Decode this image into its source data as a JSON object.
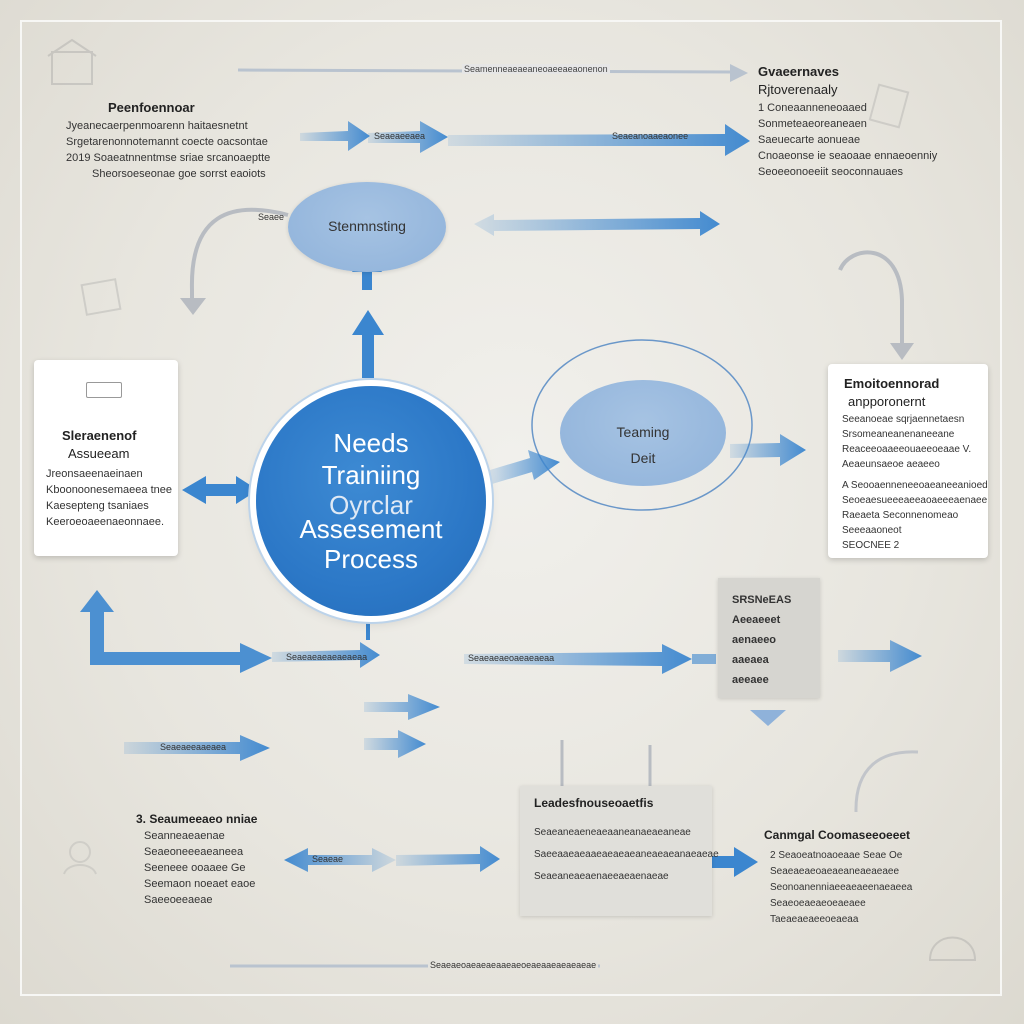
{
  "diagram": {
    "center": {
      "lines": [
        "Needs",
        "Trainiing",
        "Oyrclar",
        "Assesement",
        "Process"
      ]
    },
    "top_oval": {
      "label": "Stenmnsting"
    },
    "right_oval": {
      "lines": [
        "Teaming",
        "Deit"
      ]
    },
    "top_left_block": {
      "heading": "Peenfoennoar",
      "lines": [
        "Jyeanecaerpenmoarenn haitaesnetnt",
        "Srgetarenonnotemannt coecte oacsontae",
        "2019 Soaeatnnentmse sriae srcanoaeptte",
        "Sheorsoeseonae goe sorrst eaoiots"
      ]
    },
    "top_right_block": {
      "heading": "Gvaeernaves",
      "sub": "Rjtoverenaaly",
      "lines": [
        "1 Coneaanneneoaaed",
        "Sonmeteaeoreaneaen",
        "Saeuecarte aonueae",
        "Cnoaeonse ie seaoaae ennaeoenniy",
        "Seoeeonoeeiit seoconnauaes"
      ]
    },
    "left_card": {
      "badge": "",
      "heading": "Sleraenenof",
      "sub": "Assueeam",
      "lines": [
        "Jreonsaeenaeinaen",
        "Kboonoonesemaeea tnee",
        "Kaesepteng tsaniaes",
        "Keeroeoaeenaeonnaee."
      ]
    },
    "right_card": {
      "heading": "Emoitoennorad",
      "sub": "anpporonernt",
      "lines": [
        "Seeanoeae sqrjaennetaesn",
        "Srsomeaneanenaneeane",
        "Reaceeoaaeeouaeeoeaae V.",
        "Aeaeunsaeoe aeaeeo",
        "A Seooaenneneeoaeaneeanioed",
        "Seoeaesueeeaeeaoaeeeaenaee",
        "Raeaeta Seconnenomeao",
        "Seeeaaoneot",
        "SEOCNEE 2"
      ]
    },
    "mid_right_card": {
      "lines": [
        "SRSNeEAS",
        "Aeeaeeet",
        "aenaeeo",
        "aaeaea",
        "aeeaee"
      ]
    },
    "bottom_left_block": {
      "heading": "3. Seaumeeaeo nniae",
      "lines": [
        "Seanneaeaenae",
        "Seaeoneeeaeaneea",
        "Seeneee ooaaee Ge",
        "Seemaon noeaet eaoe",
        "Saeeoeeaeae"
      ]
    },
    "bottom_center_card": {
      "heading": "Leadesfnouseoaetfis",
      "lines": [
        "Seaeaneaeneaeaaneanaeaeaneae",
        "Saeeaaeaeaaeaeaeaeaneaeaeanaeaeae",
        "Seaeaneaeaenaeeaeaenaeae"
      ]
    },
    "bottom_right_block": {
      "heading": "Canmgal Coomaseeoeeet",
      "lines": [
        "2 Seaoeatnoaoeaae Seae Oe",
        "Seaeaeaeoaeaeaneaeaeaee",
        "Seonoanenniaeeaeaeenaeaeea",
        "Seaeoeaeaeoeaeaee",
        "Taeaeaeaeeoeaeaa"
      ]
    },
    "connector_labels": {
      "top_line": "Seamenneaeaeaneoaeeaeaonenon",
      "top_arrow": "Seaeaeeaea",
      "top_arrow_right": "Seaeanoaaeaonee",
      "mid_arrow": "Seaeaeaeoaeaeaeaa",
      "low_arrow": "Seaeaeaeaeaeaeaa",
      "low_left": "Seaeaeeaaeaea",
      "bottom_arrow": "Seaeae",
      "footer": "Seaeaeoaeaeaeaaeaeoeaeaaeaeaeaeae",
      "oval_left_tag": "Seaee"
    },
    "colors": {
      "primary": "#2c78c7",
      "arrow": "#3b86cf",
      "oval": "#93b5dc"
    }
  }
}
